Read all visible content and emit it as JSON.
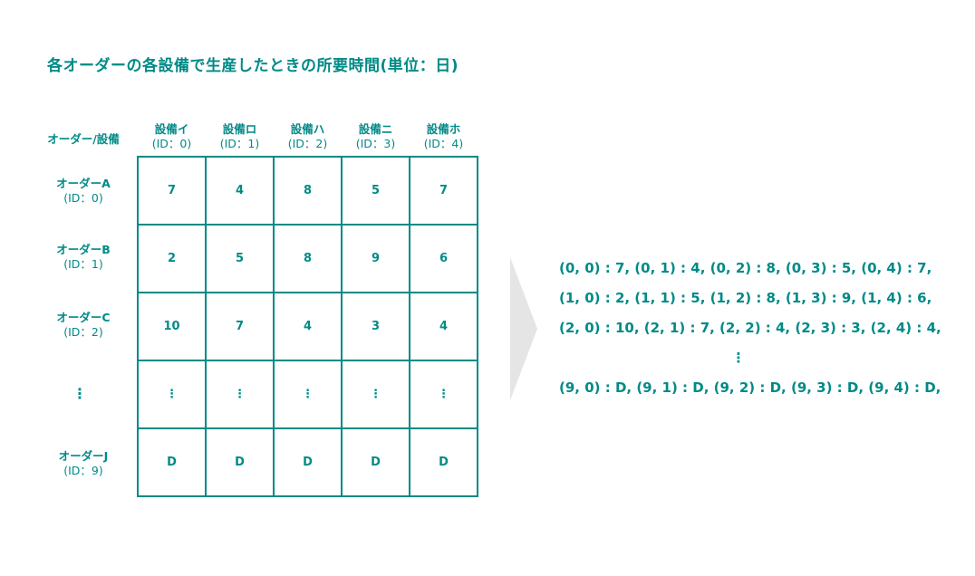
{
  "title": "各オーダーの各設備で生産したときの所要時間(単位：日)",
  "corner_header": "オーダー/設備",
  "columns": [
    {
      "name": "設備イ",
      "id": "(ID：0)"
    },
    {
      "name": "設備ロ",
      "id": "(ID：1)"
    },
    {
      "name": "設備ハ",
      "id": "(ID：2)"
    },
    {
      "name": "設備ニ",
      "id": "(ID：3)"
    },
    {
      "name": "設備ホ",
      "id": "(ID：4)"
    }
  ],
  "rows": [
    {
      "name": "オーダーA",
      "id": "(ID：0)",
      "values": [
        "7",
        "4",
        "8",
        "5",
        "7"
      ]
    },
    {
      "name": "オーダーB",
      "id": "(ID：1)",
      "values": [
        "2",
        "5",
        "8",
        "9",
        "6"
      ]
    },
    {
      "name": "オーダーC",
      "id": "(ID：2)",
      "values": [
        "10",
        "7",
        "4",
        "3",
        "4"
      ]
    },
    {
      "name": "⋮",
      "id": "",
      "values": [
        "⋮",
        "⋮",
        "⋮",
        "⋮",
        "⋮"
      ]
    },
    {
      "name": "オーダーJ",
      "id": "(ID：9)",
      "values": [
        "D",
        "D",
        "D",
        "D",
        "D"
      ]
    }
  ],
  "formula_lines": [
    "(0, 0) : 7, (0, 1) : 4, (0, 2) : 8, (0, 3) : 5, (0, 4) : 7,",
    "(1, 0) : 2, (1, 1) : 5, (1, 2) : 8, (1, 3) : 9, (1, 4) : 6,",
    "(2, 0) : 10, (2, 1) : 7, (2, 2) : 4, (2, 3) : 3, (2, 4) : 4,",
    "⋮",
    "(9, 0) : D, (9, 1) : D, (9, 2) : D, (9, 3) : D, (9, 4) : D,"
  ],
  "colors": {
    "accent": "#008a87",
    "arrow": "#e5e5e5"
  }
}
